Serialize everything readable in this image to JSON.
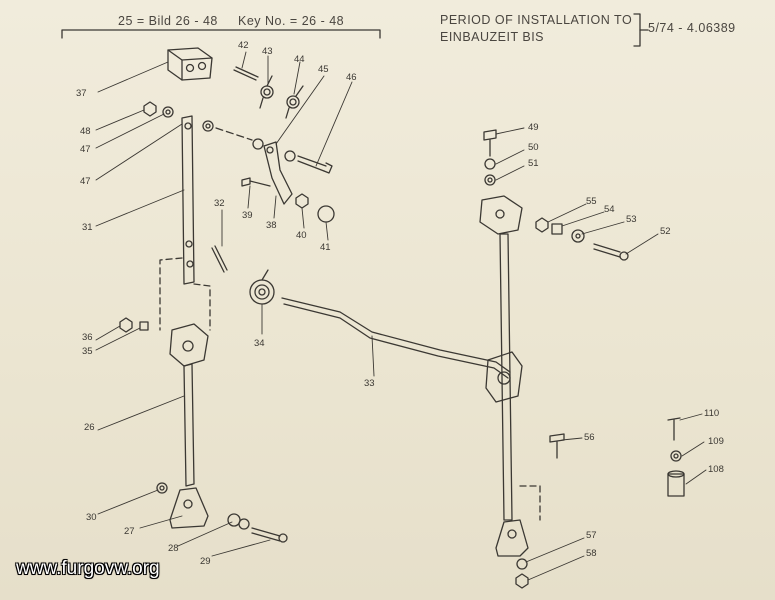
{
  "header": {
    "bild_range": "25 = Bild 26 - 48",
    "key_range": "Key No. = 26 - 48",
    "period_line1": "PERIOD OF INSTALLATION TO",
    "period_line2": "EINBAUZEIT BIS",
    "period_value": "5/74 - 4.06389"
  },
  "watermark": "www.furgovw.org",
  "part_numbers": [
    "26",
    "27",
    "28",
    "29",
    "30",
    "31",
    "32",
    "33",
    "34",
    "35",
    "36",
    "37",
    "38",
    "39",
    "40",
    "41",
    "42",
    "43",
    "44",
    "45",
    "46",
    "47",
    "47",
    "48",
    "49",
    "50",
    "51",
    "52",
    "53",
    "54",
    "55",
    "56",
    "57",
    "58",
    "108",
    "109",
    "110"
  ],
  "colors": {
    "paper": "#ede7d4",
    "ink": "#3b3833"
  }
}
